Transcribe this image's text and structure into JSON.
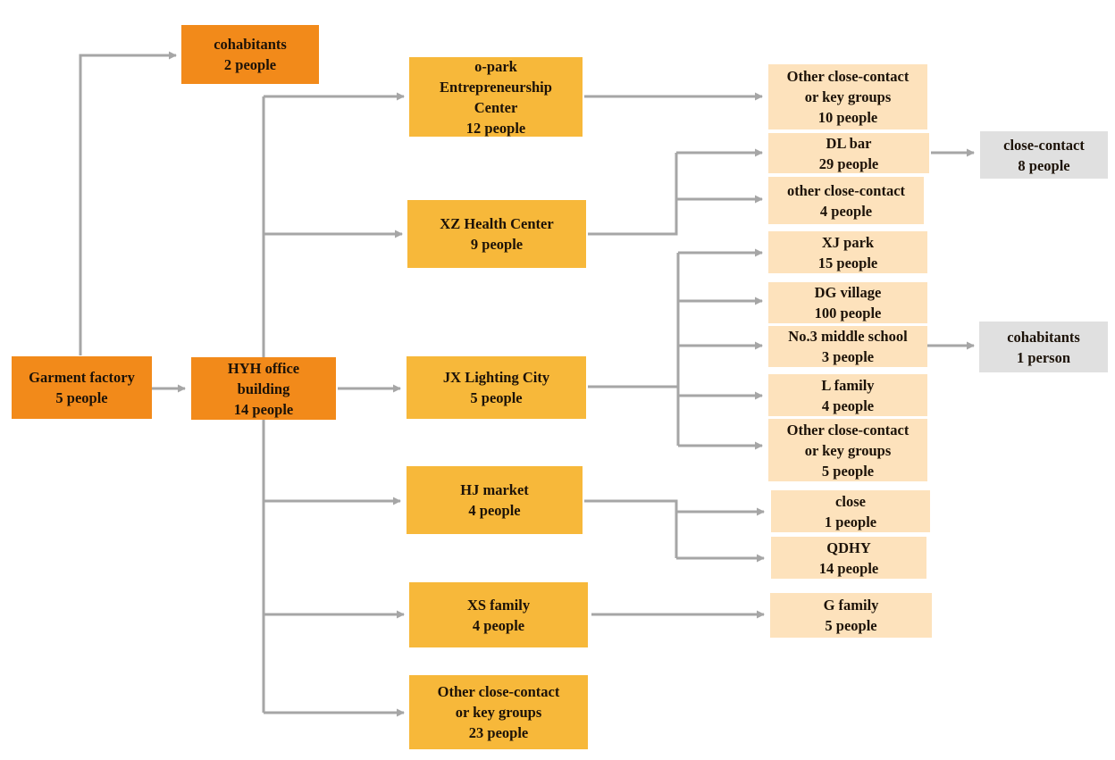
{
  "colors": {
    "source": "#f28a1a",
    "level1": "#f7b83a",
    "level2": "#fde2bc",
    "level3": "#e0e0e0",
    "connector": "#a6a6a6"
  },
  "nodes": {
    "garment_factory": {
      "line1": "Garment factory",
      "line2": "5 people"
    },
    "cohabitants_2": {
      "line1": "cohabitants",
      "line2": "2 people"
    },
    "hyh_office": {
      "line1": "HYH office",
      "line2": "building",
      "line3": "14 people"
    },
    "opark": {
      "line1": "o-park",
      "line2": "Entrepreneurship",
      "line3": "Center",
      "line4": "12 people"
    },
    "xz_health": {
      "line1": "XZ Health Center",
      "line2": "9 people"
    },
    "jx_lighting": {
      "line1": "JX Lighting City",
      "line2": "5 people"
    },
    "hj_market": {
      "line1": "HJ market",
      "line2": "4 people"
    },
    "xs_family": {
      "line1": "XS family",
      "line2": "4 people"
    },
    "other_23": {
      "line1": "Other close-contact",
      "line2": "or key groups",
      "line3": "23 people"
    },
    "other_10": {
      "line1": "Other close-contact",
      "line2": "or key groups",
      "line3": "10 people"
    },
    "dl_bar": {
      "line1": "DL bar",
      "line2": "29 people"
    },
    "other_close_4": {
      "line1": "other close-contact",
      "line2": "4 people"
    },
    "xj_park": {
      "line1": "XJ park",
      "line2": "15 people"
    },
    "dg_village": {
      "line1": "DG village",
      "line2": "100 people"
    },
    "no3_school": {
      "line1": "No.3 middle school",
      "line2": "3 people"
    },
    "l_family": {
      "line1": "L family",
      "line2": "4 people"
    },
    "other_5": {
      "line1": "Other close-contact",
      "line2": "or key groups",
      "line3": "5 people"
    },
    "close_1": {
      "line1": "close",
      "line2": "1 people"
    },
    "qdhy": {
      "line1": "QDHY",
      "line2": "14 people"
    },
    "g_family": {
      "line1": "G family",
      "line2": "5 people"
    },
    "close_contact_8": {
      "line1": "close-contact",
      "line2": "8 people"
    },
    "cohabitants_1": {
      "line1": "cohabitants",
      "line2": "1 person"
    }
  }
}
